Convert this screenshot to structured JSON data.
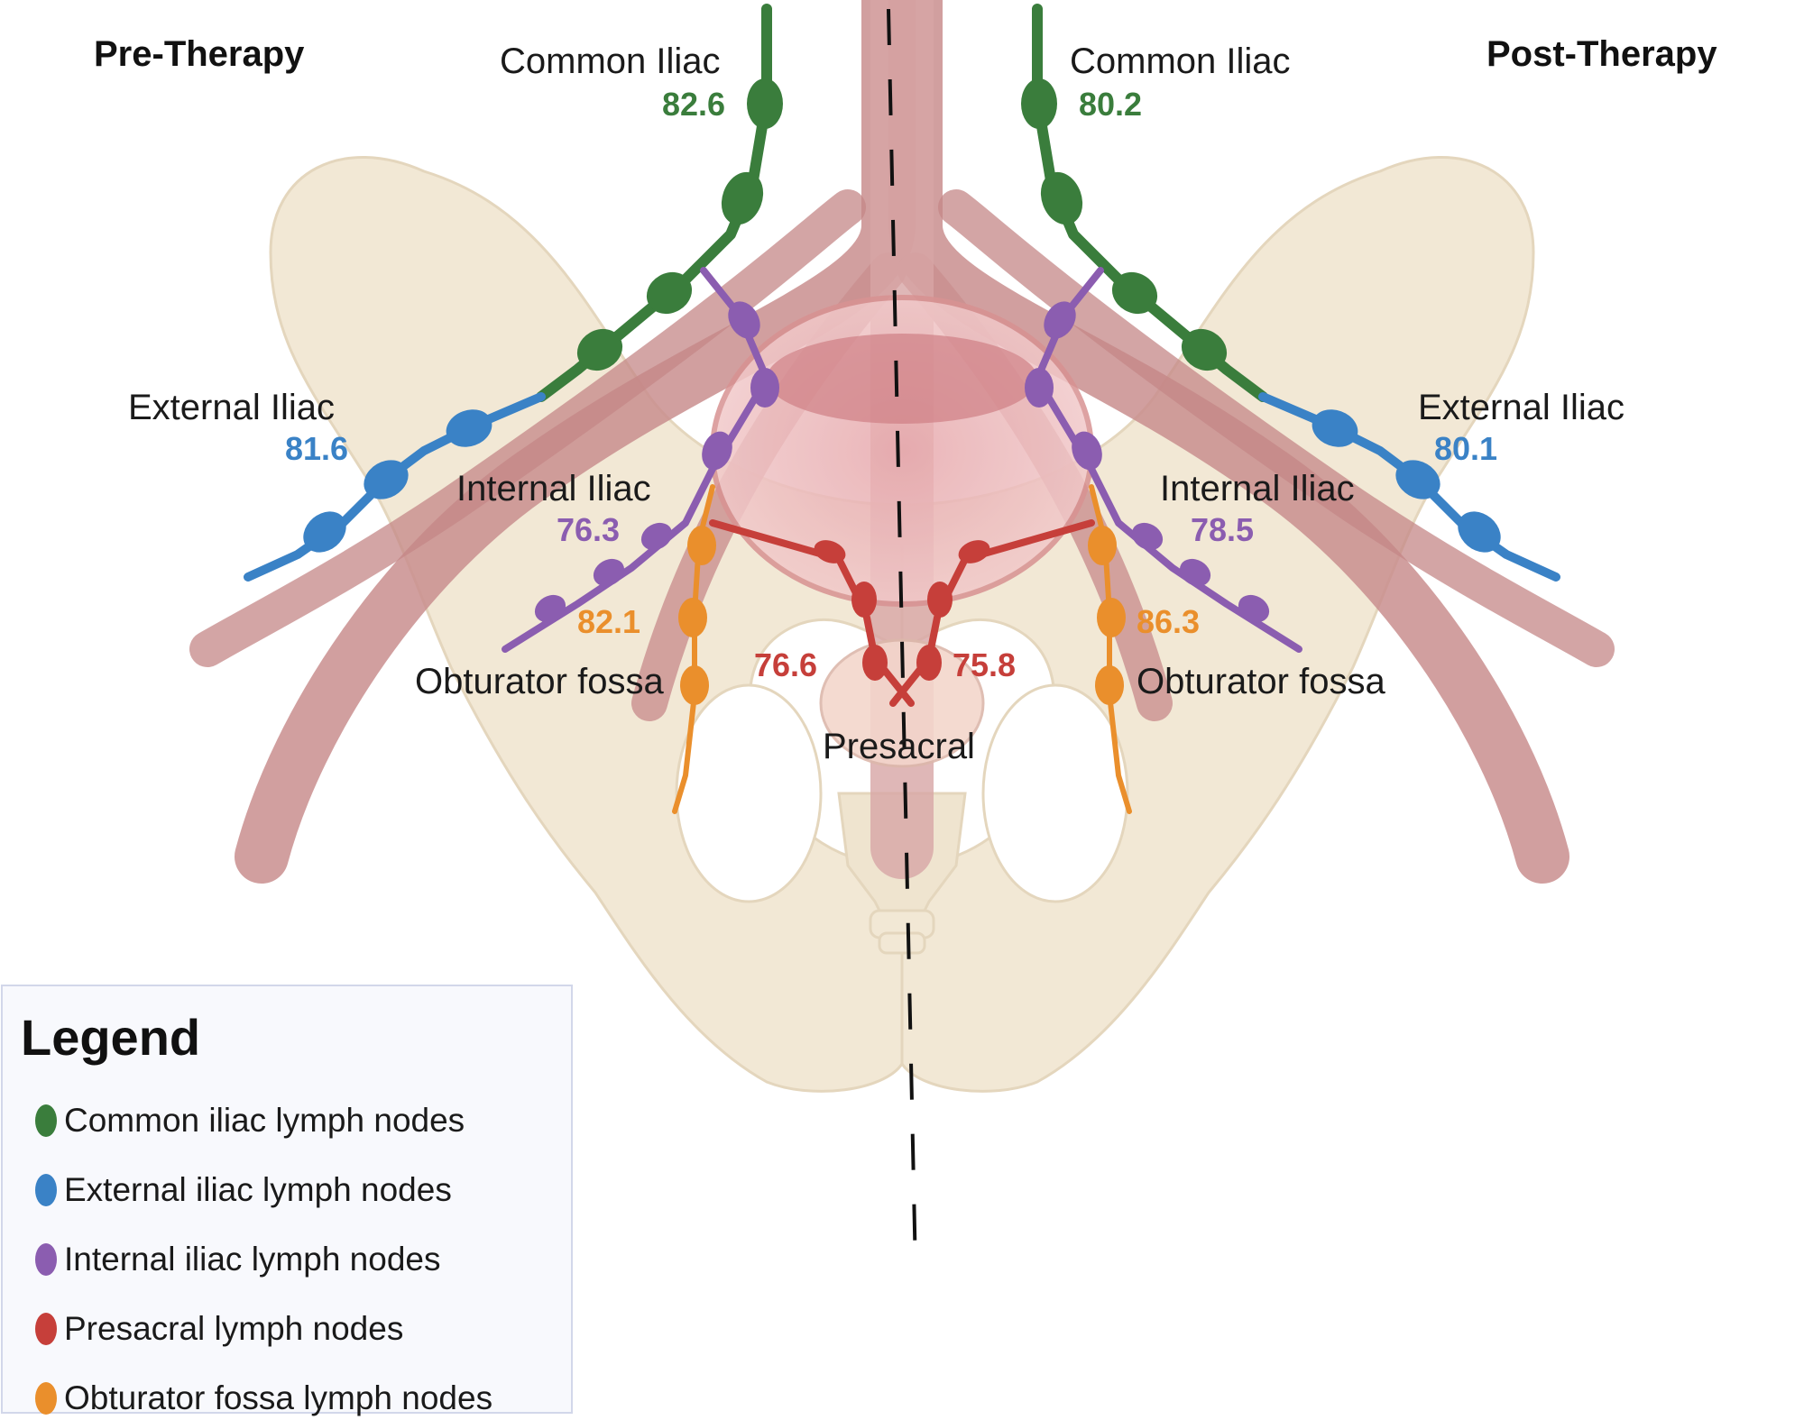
{
  "headings": {
    "pre": "Pre-Therapy",
    "post": "Post-Therapy"
  },
  "colors": {
    "common": "#3a7d3c",
    "external": "#3a82c6",
    "internal": "#8b5db0",
    "presacral": "#c63f3a",
    "obturator": "#ea8f2c",
    "bone": "#f1e6d2",
    "vessel": "#c98e8e"
  },
  "labels": {
    "pre": {
      "common": {
        "name": "Common Iliac",
        "value": "82.6"
      },
      "external": {
        "name": "External Iliac",
        "value": "81.6"
      },
      "internal": {
        "name": "Internal Iliac",
        "value": "76.3"
      },
      "obturator": {
        "name": "Obturator fossa",
        "value": "82.1"
      },
      "presacral": {
        "value": "76.6"
      }
    },
    "post": {
      "common": {
        "name": "Common Iliac",
        "value": "80.2"
      },
      "external": {
        "name": "External Iliac",
        "value": "80.1"
      },
      "internal": {
        "name": "Internal Iliac",
        "value": "78.5"
      },
      "obturator": {
        "name": "Obturator fossa",
        "value": "86.3"
      },
      "presacral": {
        "value": "75.8"
      }
    },
    "presacral_name": "Presacral"
  },
  "legend": {
    "title": "Legend",
    "items": [
      {
        "label": "Common iliac lymph nodes",
        "color": "#3a7d3c"
      },
      {
        "label": "External iliac lymph nodes",
        "color": "#3a82c6"
      },
      {
        "label": "Internal iliac lymph nodes",
        "color": "#8b5db0"
      },
      {
        "label": "Presacral lymph nodes",
        "color": "#c63f3a"
      },
      {
        "label": "Obturator fossa lymph nodes",
        "color": "#ea8f2c"
      }
    ]
  }
}
